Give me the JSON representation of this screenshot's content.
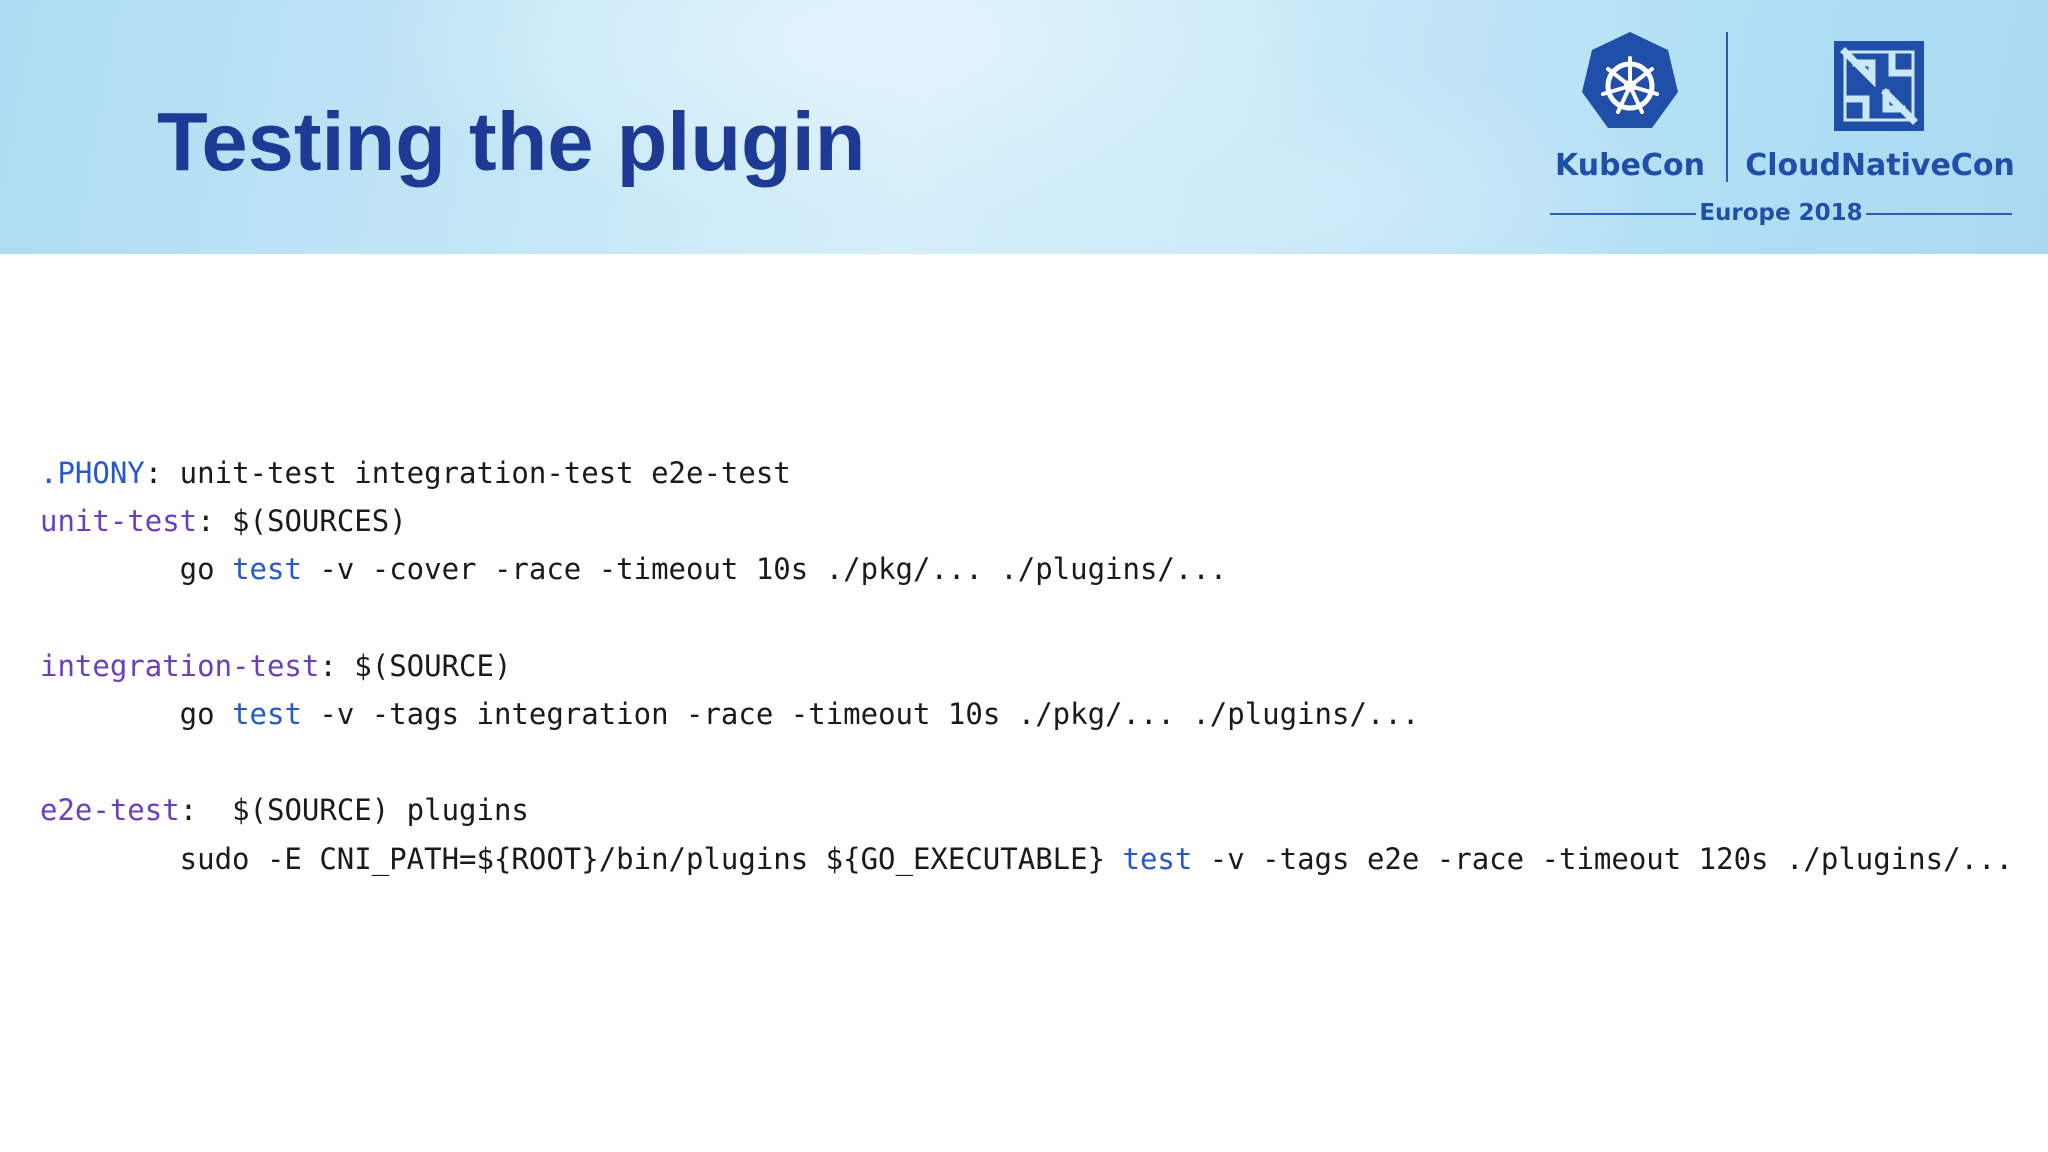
{
  "slide": {
    "title": "Testing the plugin"
  },
  "branding": {
    "kubecon_label": "KubeCon",
    "cloudnativecon_label": "CloudNativeCon",
    "event_label": "Europe 2018",
    "colors": {
      "title": "#1d3b94",
      "logo": "#1f4fa8",
      "header_light": "#d6effa",
      "header_dark": "#aedcf2"
    },
    "icons": [
      "kubernetes-helm-icon",
      "cncf-icon"
    ]
  },
  "code": {
    "colors": {
      "target": "#6a3fc0",
      "keyword": "#2558c8",
      "text": "#1a1a1a"
    },
    "lines": [
      [
        {
          "t": ".PHONY",
          "k": "keyword"
        },
        {
          "t": ": unit-test integration-test e2e-test",
          "k": "text"
        }
      ],
      [
        {
          "t": "unit-test",
          "k": "target"
        },
        {
          "t": ": $(SOURCES)",
          "k": "text"
        }
      ],
      [
        {
          "t": "        go ",
          "k": "text"
        },
        {
          "t": "test",
          "k": "keyword"
        },
        {
          "t": " -v -cover -race -timeout 10s ./pkg/... ./plugins/...",
          "k": "text"
        }
      ],
      [],
      [
        {
          "t": "integration-test",
          "k": "target"
        },
        {
          "t": ": $(SOURCE)",
          "k": "text"
        }
      ],
      [
        {
          "t": "        go ",
          "k": "text"
        },
        {
          "t": "test",
          "k": "keyword"
        },
        {
          "t": " -v -tags integration -race -timeout 10s ./pkg/... ./plugins/...",
          "k": "text"
        }
      ],
      [],
      [
        {
          "t": "e2e-test",
          "k": "target"
        },
        {
          "t": ":  $(SOURCE) plugins",
          "k": "text"
        }
      ],
      [
        {
          "t": "        sudo -E CNI_PATH=${ROOT}/bin/plugins ${GO_EXECUTABLE} ",
          "k": "text"
        },
        {
          "t": "test",
          "k": "keyword"
        },
        {
          "t": " -v -tags e2e -race -timeout 120s ./plugins/...",
          "k": "text"
        }
      ]
    ]
  }
}
